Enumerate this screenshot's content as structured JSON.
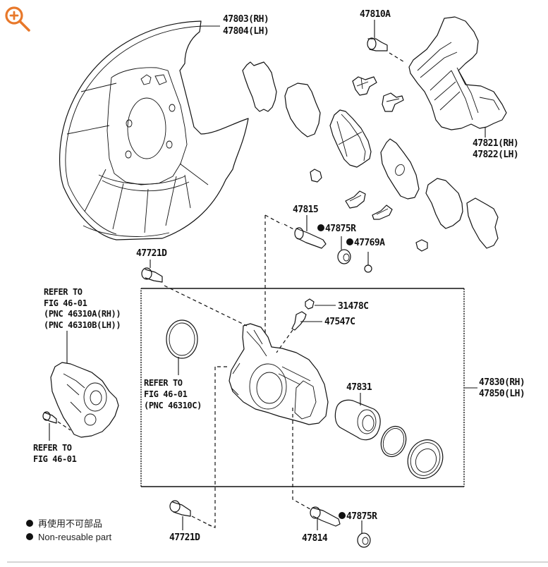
{
  "viewer": {
    "zoom_icon": "zoom-in-icon",
    "zoom_color": "#E8782A"
  },
  "diagram": {
    "labels": {
      "dust_cover": [
        "47803(RH)",
        "47804(LH)"
      ],
      "mounting_bolt": "47810A",
      "mounting": [
        "47821(RH)",
        "47822(LH)"
      ],
      "slide_pin_upper": "47815",
      "bush_upper": "47875R",
      "bush_dust": "47769A",
      "bolt_top": "47721D",
      "bleeder_cap": "31478C",
      "bleeder_plug": "47547C",
      "cylinder": [
        "47830(RH)",
        "47850(LH)"
      ],
      "piston": "47831",
      "slide_pin_lower": "47814",
      "bush_lower": "47875R",
      "bolt_bottom": "47721D"
    },
    "refer_knuckle": [
      "REFER TO",
      "FIG 46-01",
      "(PNC 46310A(RH))",
      "(PNC 46310B(LH))"
    ],
    "refer_bolt": [
      "REFER TO",
      "FIG 46-01"
    ],
    "refer_seal": [
      "REFER TO",
      "FIG 46-01",
      "(PNC 46310C)"
    ],
    "non_reusable_marker": "●"
  },
  "legend": {
    "items": [
      {
        "marker": "●",
        "text": "再使用不可部品"
      },
      {
        "marker": "●",
        "text": "Non-reusable part"
      }
    ]
  }
}
